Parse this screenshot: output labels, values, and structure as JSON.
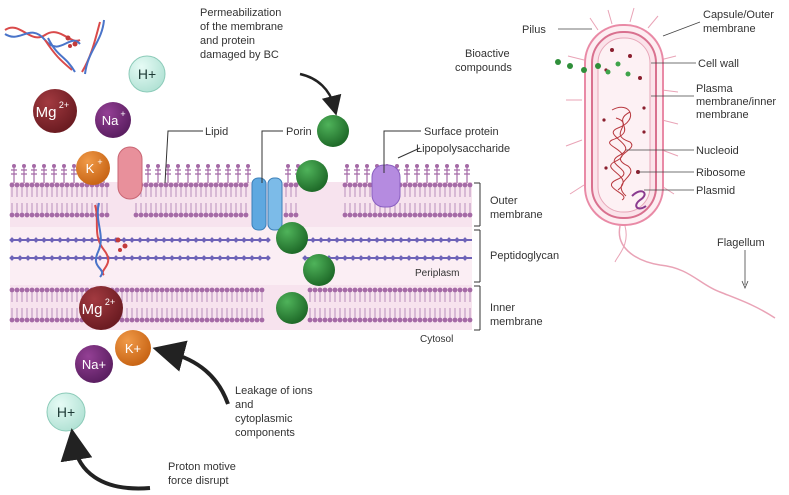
{
  "colors": {
    "membrane_band": "#f7e3ee",
    "lipid_head": "#a56aa6",
    "lipid_tail": "#b88fbc",
    "peptidoglycan": "#6e63b8",
    "porin": "#5fa8e0",
    "lipid_protein": "#e8909b",
    "surface_protein": "#b58be0",
    "green_sphere": "#2f8f3a",
    "mg_ion": "#8b2a2f",
    "na_ion": "#7a2e7f",
    "k_ion": "#e0802c",
    "h_ion": "#c9eee5",
    "dna_red": "#d94a4a",
    "dna_blue": "#4a74c9",
    "cell_outline": "#e98aa6",
    "cell_fill": "#fbe3ea"
  },
  "labels": {
    "permeabilization": [
      "Permeabilization",
      "of the membrane",
      "and protein",
      "damaged by BC"
    ],
    "lipid": "Lipid",
    "porin": "Porin",
    "surface_protein": "Surface protein",
    "lipopolysaccharide": "Lipopolysaccharide",
    "outer_membrane": [
      "Outer",
      "membrane"
    ],
    "peptidoglycan": "Peptidoglycan",
    "periplasm": "Periplasm",
    "inner_membrane": [
      "Inner",
      "membrane"
    ],
    "cytosol": "Cytosol",
    "leakage": [
      "Leakage of ions",
      "and",
      "cytoplasmic",
      "components"
    ],
    "proton": [
      "Proton motive",
      "force disrupt"
    ]
  },
  "ions": {
    "mg": "Mg",
    "mg_sup": "2+",
    "na_sup_label": "Na",
    "na_sup": "+",
    "k_sup_label": "K",
    "k_sup": "+",
    "h_plus": "H+",
    "na_plus": "Na+",
    "k_plus": "K+"
  },
  "cell_labels": {
    "pilus": "Pilus",
    "capsule": [
      "Capsule/Outer",
      "membrane"
    ],
    "bioactive": [
      "Bioactive",
      "compounds"
    ],
    "cell_wall": "Cell wall",
    "plasma": [
      "Plasma",
      "membrane/inner",
      "membrane"
    ],
    "nucleoid": "Nucleoid",
    "ribosome": "Ribosome",
    "plasmid": "Plasmid",
    "flagellum": "Flagellum"
  }
}
